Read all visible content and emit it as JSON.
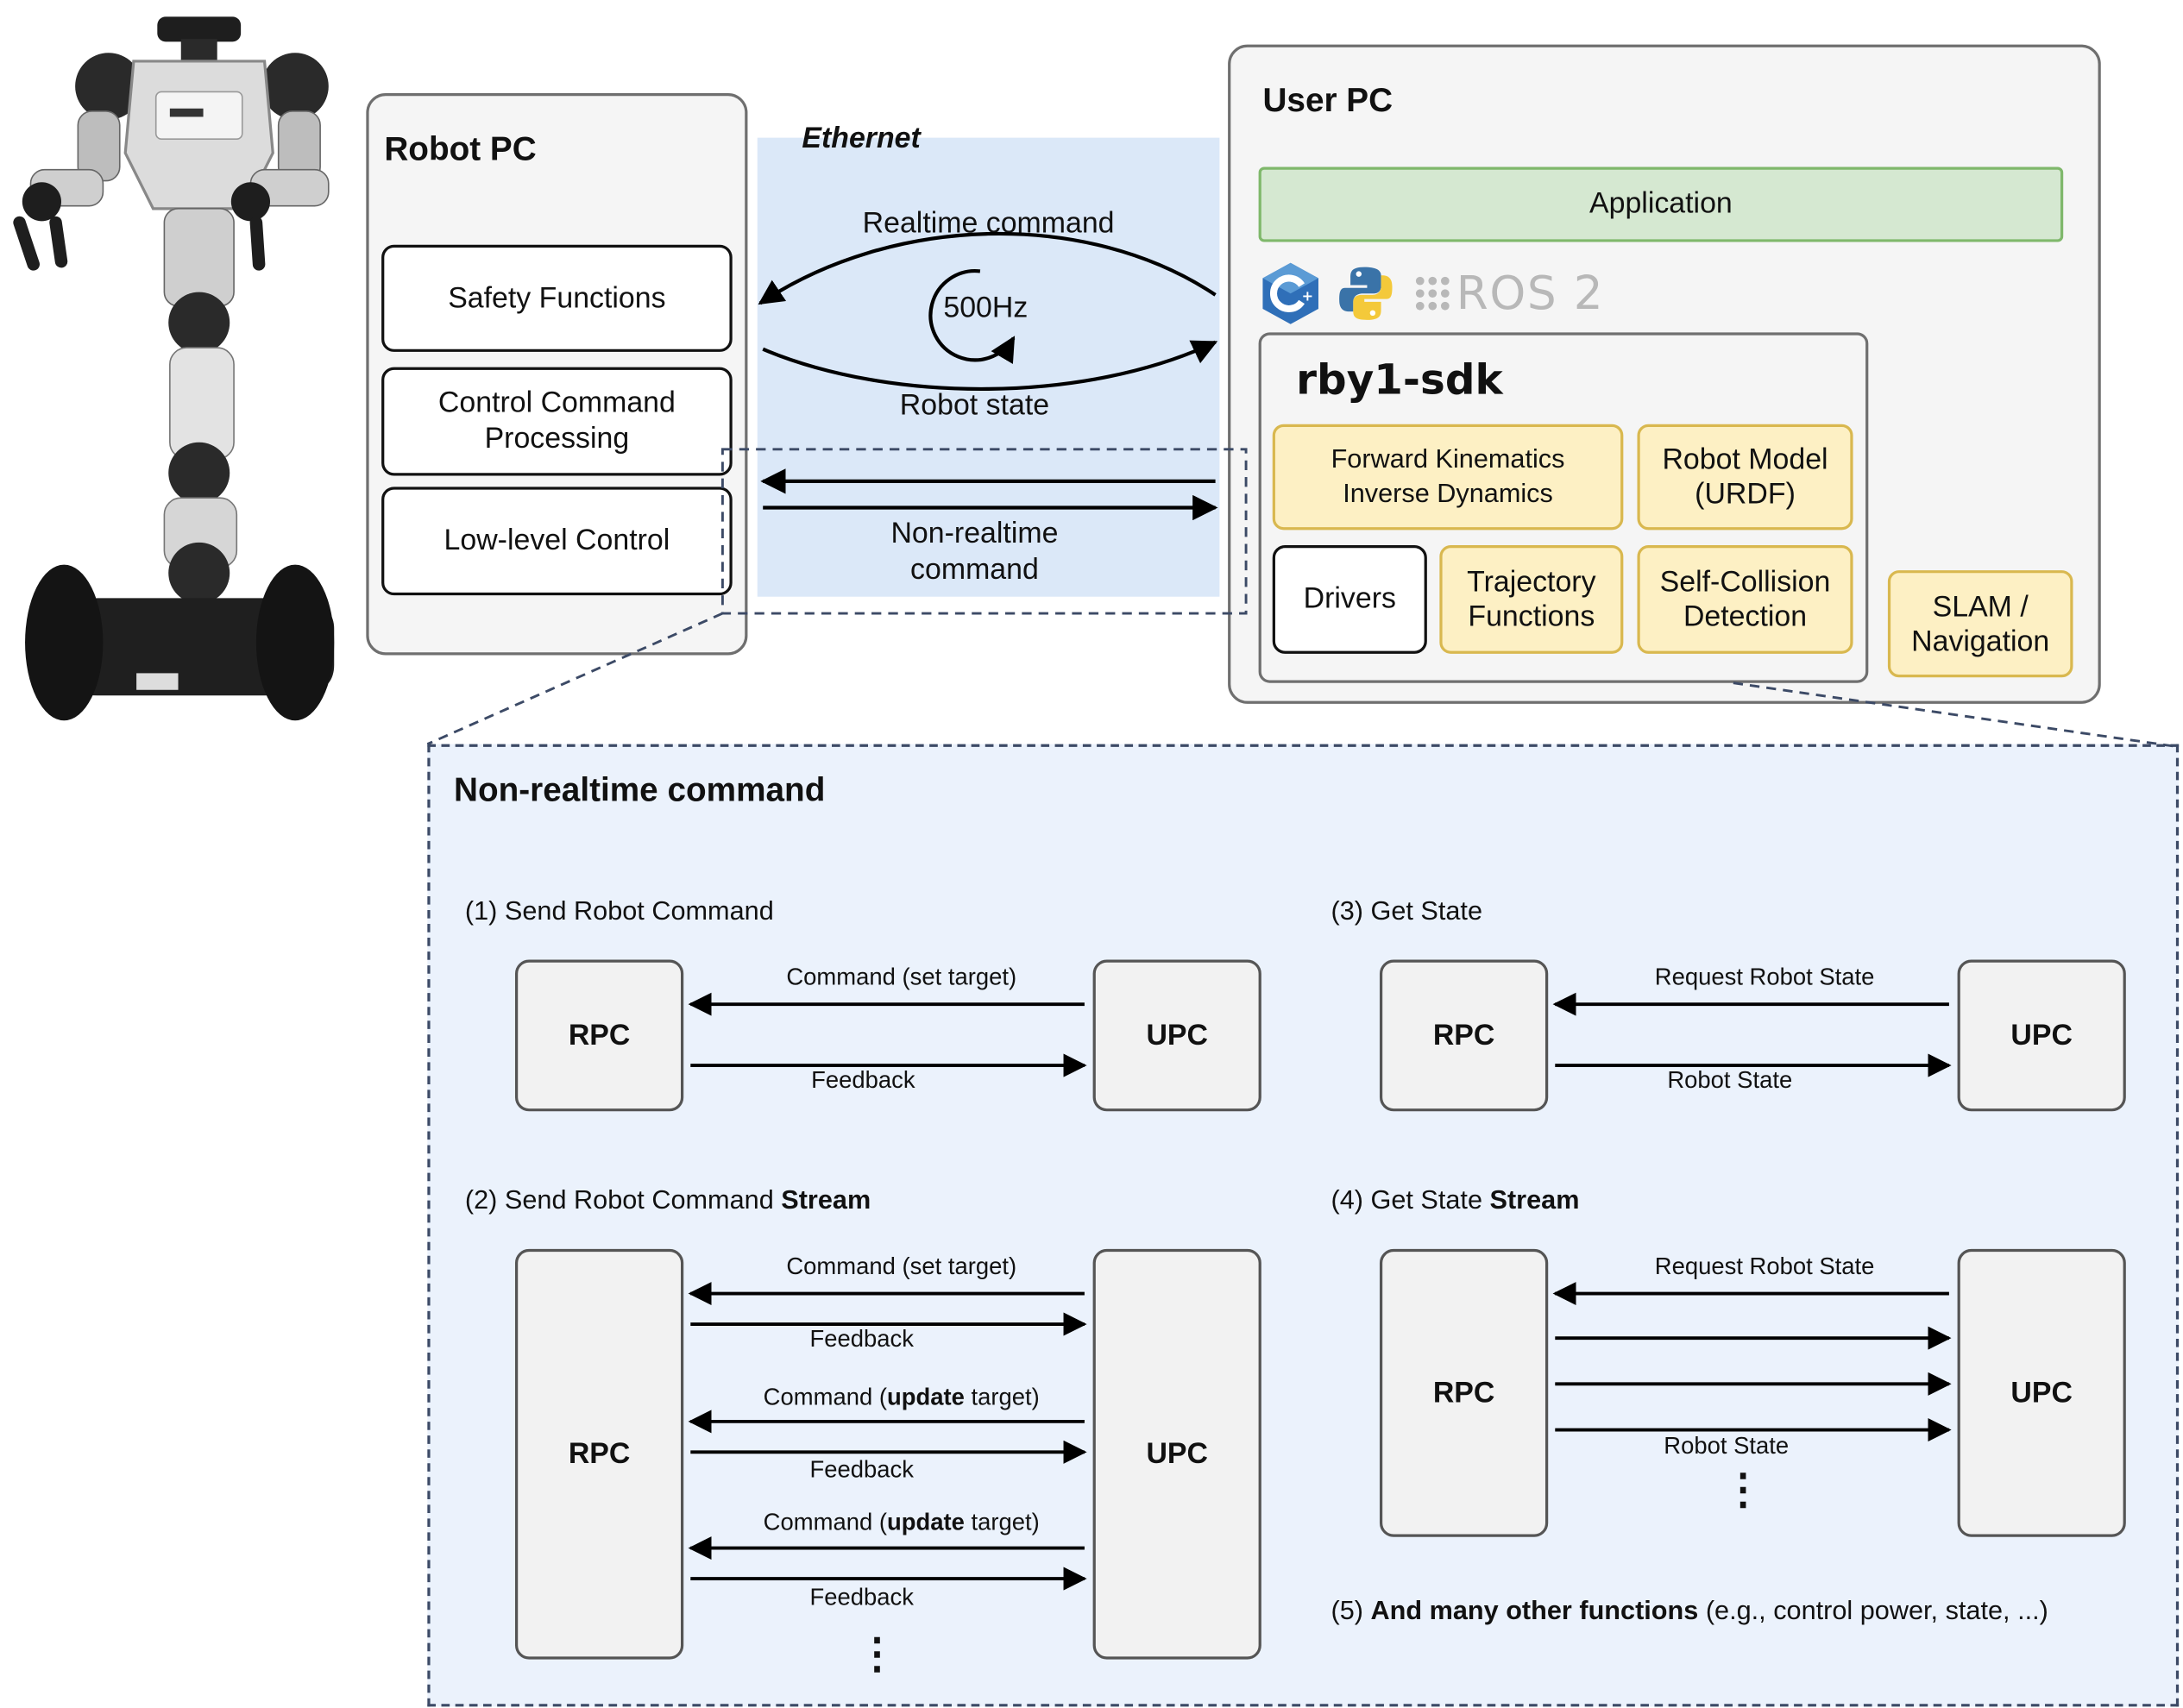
{
  "robot_pc": {
    "title": "Robot PC",
    "boxes": [
      "Safety Functions",
      "Control Command Processing",
      "Low-level Control"
    ]
  },
  "ethernet": {
    "label": "Ethernet",
    "realtime_command": "Realtime command",
    "frequency": "500Hz",
    "robot_state": "Robot state",
    "nonrealtime_command": "Non-realtime command"
  },
  "user_pc": {
    "title": "User PC",
    "application": "Application",
    "logos": [
      "cpp-logo-icon",
      "python-logo-icon",
      "ros2-logo-icon"
    ],
    "ros_label": "ROS 2",
    "sdk_title": "rby1-sdk",
    "sdk_boxes": {
      "fk_id": "Forward Kinematics Inverse Dynamics",
      "robot_model": "Robot Model (URDF)",
      "drivers": "Drivers",
      "trajectory": "Trajectory Functions",
      "self_collision": "Self-Collision Detection"
    },
    "slam": "SLAM / Navigation"
  },
  "detail": {
    "title": "Non-realtime command",
    "sections": {
      "s1": {
        "prefix": "(1) Send Robot Command",
        "bold": "",
        "rpc": "RPC",
        "upc": "UPC",
        "top": "Command (set target)",
        "bottom": "Feedback"
      },
      "s2": {
        "prefix": "(2) Send Robot Command ",
        "bold": "Stream",
        "rpc": "RPC",
        "upc": "UPC",
        "cmd1": "Command (set target)",
        "fb": "Feedback",
        "upd_a": "Command (",
        "upd_b": "update",
        "upd_c": " target)",
        "ellipsis": "⋮"
      },
      "s3": {
        "prefix": "(3) Get State",
        "rpc": "RPC",
        "upc": "UPC",
        "top": "Request Robot State",
        "bottom": "Robot State"
      },
      "s4": {
        "prefix": "(4) Get State ",
        "bold": "Stream",
        "rpc": "RPC",
        "upc": "UPC",
        "top": "Request Robot State",
        "bottom": "Robot State",
        "ellipsis": "⋮"
      },
      "s5": {
        "prefix": "(5) ",
        "bold": "And many other functions",
        "suffix": " (e.g., control power, state, ...)"
      }
    }
  },
  "colors": {
    "ethernet_band": "#dbe8f8",
    "detail_bg": "#ebf2fc",
    "yellow_fill": "#fdf0c4",
    "yellow_border": "#d9b84f",
    "green_fill": "#d5e8d1",
    "green_border": "#7fb86b"
  }
}
